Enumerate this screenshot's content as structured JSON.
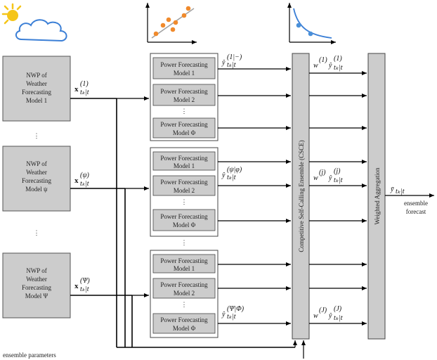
{
  "nwp_models": [
    {
      "lines": [
        "NWP of",
        "Weather",
        "Forecasting",
        "Model 1"
      ],
      "input_label": "x",
      "input_sup": "(1)",
      "input_sub": "tₖ|t"
    },
    {
      "lines": [
        "NWP of",
        "Weather",
        "Forecasting",
        "Model ψ"
      ],
      "input_label": "x",
      "input_sup": "(ψ)",
      "input_sub": "tₖ|t"
    },
    {
      "lines": [
        "NWP of",
        "Weather",
        "Forecasting",
        "Model Ψ"
      ],
      "input_label": "x",
      "input_sup": "(Ψ)",
      "input_sub": "tₖ|t"
    }
  ],
  "forecast_groups": [
    {
      "models": [
        [
          "Power Forecasting",
          "Model 1"
        ],
        [
          "Power Forecasting",
          "Model 2"
        ],
        [
          "Power Forecasting",
          "Model Φ"
        ]
      ],
      "output_label": "ŷ",
      "output_sup": "(1|−)",
      "output_sub": "tₖ|t"
    },
    {
      "models": [
        [
          "Power Forecasting",
          "Model 1"
        ],
        [
          "Power Forecasting",
          "Model 2"
        ],
        [
          "Power Forecasting",
          "Model Φ"
        ]
      ],
      "output_label": "ŷ",
      "output_sup": "(ψ|φ)",
      "output_sub": "tₖ|t"
    },
    {
      "models": [
        [
          "Power Forecasting",
          "Model 1"
        ],
        [
          "Power Forecasting",
          "Model 2"
        ],
        [
          "Power Forecasting",
          "Model Φ"
        ]
      ],
      "output_label": "ŷ",
      "output_sup": "(Ψ|Φ)",
      "output_sub": "tₖ|t"
    }
  ],
  "vdots": "⋮",
  "csce_label": "Competitive Self-Calling Ensemble (CSCE)",
  "weighted_outputs": [
    {
      "w": "w",
      "w_sup": "(1)",
      "y": "ŷ",
      "y_sup": "(1)",
      "y_sub": "tₖ|t"
    },
    {
      "w": "w",
      "w_sup": "(j)",
      "y": "ŷ",
      "y_sup": "(j)",
      "y_sub": "tₖ|t"
    },
    {
      "w": "w",
      "w_sup": "(J)",
      "y": "ŷ",
      "y_sup": "(J)",
      "y_sub": "tₖ|t"
    }
  ],
  "aggregation_label": "Weighted Aggregation",
  "final_output": {
    "label": "ȳ",
    "sub": "tₖ|t"
  },
  "ensemble_forecast_label": [
    "ensemble",
    "forecast"
  ],
  "ensemble_parameters_label": "ensemble parameters",
  "colors": {
    "sun": "#f5c518",
    "cloud": "#3b7fd6",
    "scatter_points": "#f08a2c",
    "fit_line": "#a0a0a0",
    "curve": "#3b7fd6",
    "curve_points": "#4a90d9",
    "box_fill": "#cccccc",
    "stroke": "#000000"
  }
}
